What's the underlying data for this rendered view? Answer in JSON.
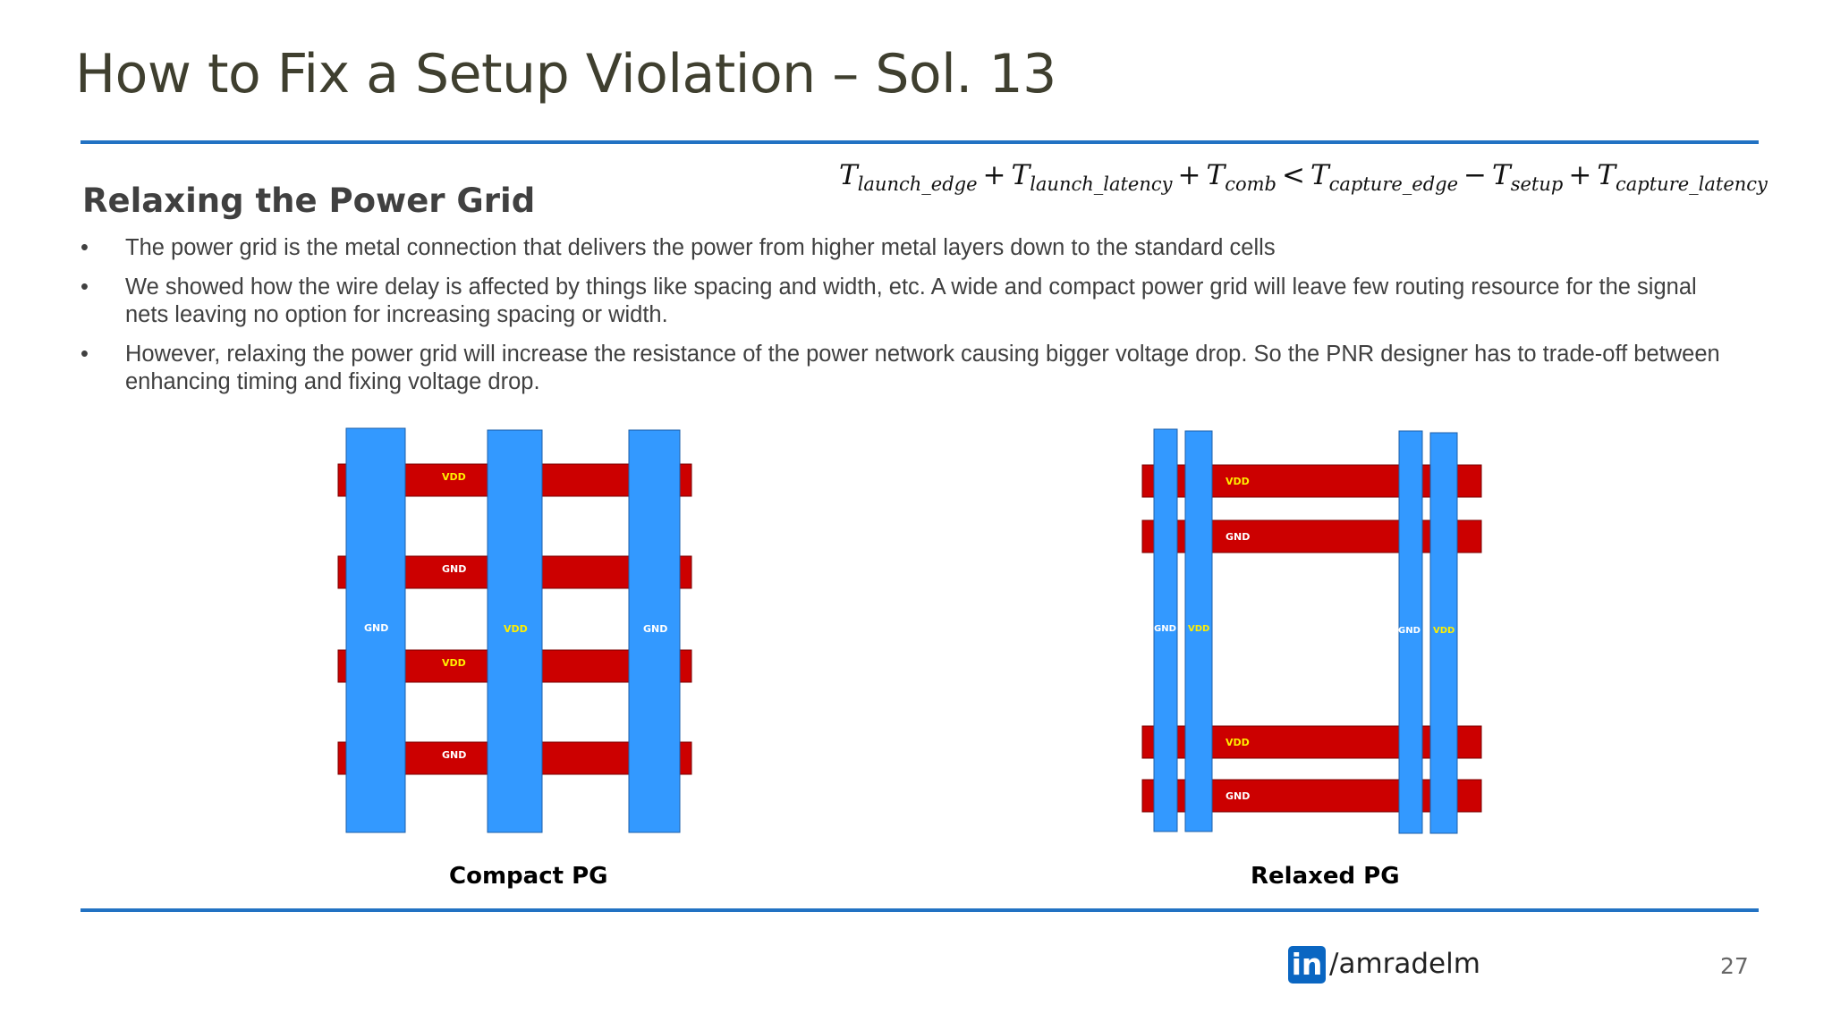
{
  "slide": {
    "title": "How to Fix a Setup Violation – Sol. 13",
    "subtitle": "Relaxing the Power Grid",
    "bullet_symbol": "•",
    "bullets": [
      "The power grid is the metal connection that delivers the power from higher metal layers down to the standard cells",
      "We showed how the wire delay is affected by things like spacing and width, etc. A wide and compact power grid will leave few routing resource for the signal nets leaving no option for increasing spacing or width.",
      "However, relaxing the power grid will increase the resistance of the power network causing bigger voltage drop. So the PNR designer has to trade-off between enhancing timing and fixing voltage drop."
    ],
    "formula": {
      "t": "T",
      "sub1": "launch_edge",
      "plus": "+",
      "sub2": "launch_latency",
      "sub3": "comb",
      "less": "<",
      "sub4": "capture_edge",
      "minus": "−",
      "sub5": "setup",
      "sub6": "capture_latency"
    },
    "page_number": "27"
  },
  "diagrams": {
    "compact": {
      "caption": "Compact PG",
      "horizontal_labels": [
        "VDD",
        "GND",
        "VDD",
        "GND"
      ],
      "vertical_labels": [
        "GND",
        "VDD",
        "GND"
      ]
    },
    "relaxed": {
      "caption": "Relaxed PG",
      "horizontal_labels": [
        "VDD",
        "GND",
        "VDD",
        "GND"
      ],
      "vertical_labels": [
        "GND",
        "VDD",
        "GND",
        "VDD"
      ]
    }
  },
  "colors": {
    "rail_red": "#cc0000",
    "stripe_blue": "#3399ff",
    "vdd_label": "#ffee00",
    "gnd_label": "#ffffff",
    "rule_blue": "#2272c3",
    "linkedin_blue": "#0a66c2"
  },
  "footer": {
    "linkedin_icon": "linkedin-icon",
    "linkedin_badge": "in",
    "handle": "/amradelm"
  }
}
